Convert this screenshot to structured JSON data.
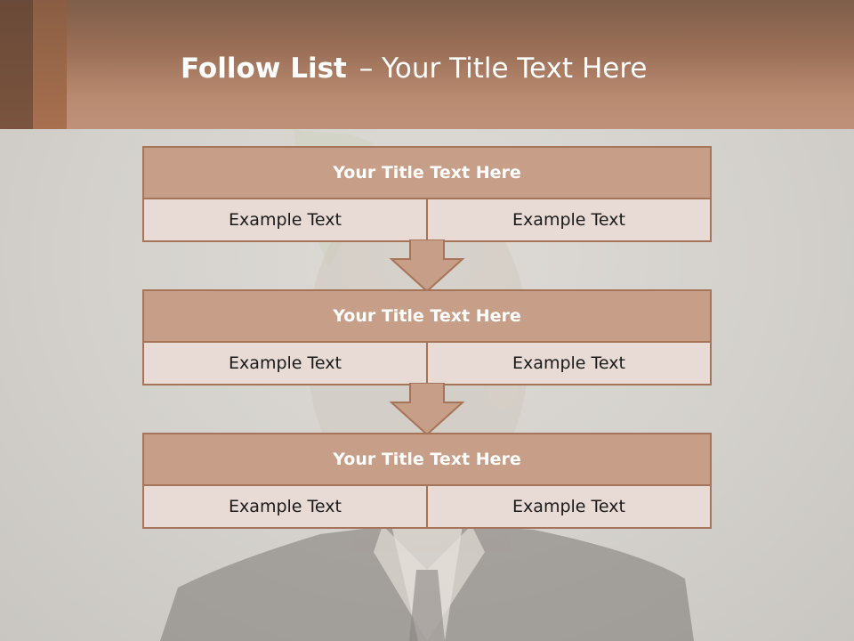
{
  "slide": {
    "title_bold": "Follow List",
    "title_rest": "– Your Title Text Here"
  },
  "blocks": [
    {
      "title": "Your Title Text Here",
      "left": "Example Text",
      "right": "Example Text"
    },
    {
      "title": "Your Title Text Here",
      "left": "Example Text",
      "right": "Example Text"
    },
    {
      "title": "Your Title Text Here",
      "left": "Example Text",
      "right": "Example Text"
    }
  ],
  "colors": {
    "header": "#b88a70",
    "block_title_bg": "#c79f88",
    "block_cell_bg": "#e8dbd6",
    "border": "#a67458",
    "arrow_fill": "#c79f88"
  }
}
